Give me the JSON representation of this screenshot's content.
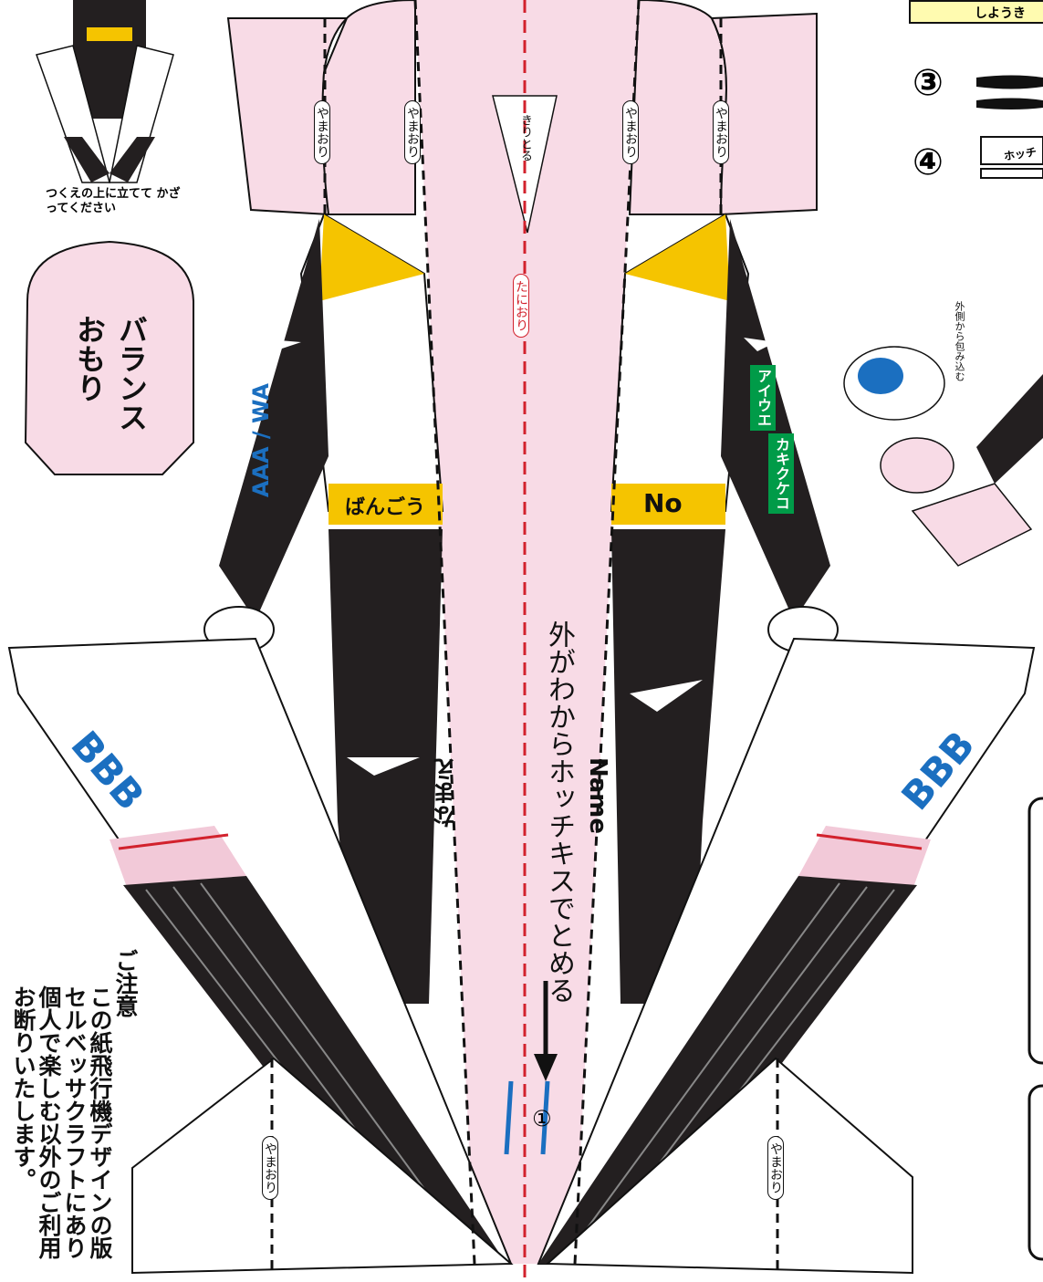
{
  "fold_labels": {
    "mountain": "やまおり",
    "valley": "たにおり",
    "cut": "きりとる"
  },
  "suit": {
    "left_number_label": "ばんごう",
    "right_number_label": "No",
    "left_sleeve_logo": "AAA / WA",
    "right_sleeve_logo_1": "アイウエ",
    "right_sleeve_logo_2": "カキクケコ",
    "ski_logo": "BBB"
  },
  "center": {
    "instruction": "外がわからホッチキスでとめる",
    "step_marker": "①",
    "name_jp": "なまえ",
    "name_en": "Name"
  },
  "balance_weight": {
    "label": "バランス おもり"
  },
  "stand_caption": "つくえの上に立てて かざってください",
  "notice": {
    "title": "ご注意",
    "lines": [
      "この紙飛行機デザインの版",
      "セルベッサクラフトにあり",
      "個人で楽しむ以外のご利用",
      "お断りいたします。"
    ]
  },
  "steps": {
    "step3": "③",
    "step4": "④",
    "stapler_label": "ホッチ",
    "usage_label": "しようき"
  },
  "wrap_note": "外側から包み込む",
  "colors": {
    "pink": "#f8dbe6",
    "suit_black": "#231f20",
    "yellow": "#f5c400",
    "green": "#009b48",
    "blue": "#1b6fc0",
    "cut_line_red": "#d2222d"
  }
}
